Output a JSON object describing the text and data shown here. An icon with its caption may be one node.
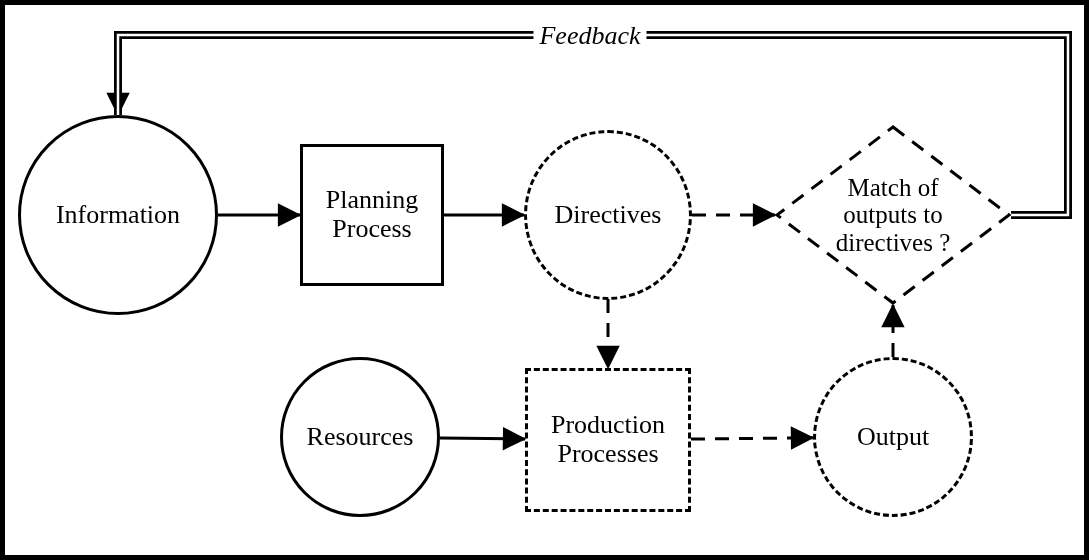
{
  "diagram": {
    "nodes": [
      {
        "text": [
          "Information"
        ]
      },
      {
        "text": [
          "Planning Process"
        ]
      },
      {
        "text": [
          "Directives"
        ]
      },
      {
        "text": [
          "Match of outputs to directives ?"
        ]
      },
      {
        "text": [
          "Resources"
        ]
      },
      {
        "text": [
          "Production Processes"
        ]
      },
      {
        "text": [
          "Output"
        ]
      }
    ],
    "edges": [
      {
        "from": 0,
        "to": 1,
        "arrow": "to"
      },
      {
        "from": 1,
        "to": 2,
        "arrow": "to"
      },
      {
        "from": 2,
        "to": 3,
        "arrow": "to",
        "style": "dashed"
      },
      {
        "from": 2,
        "to": 5,
        "arrow": "to",
        "style": "dashed"
      },
      {
        "from": 4,
        "to": 5,
        "arrow": "to"
      },
      {
        "from": 5,
        "to": 6,
        "arrow": "to",
        "style": "dashed"
      },
      {
        "from": 6,
        "to": 3,
        "arrow": "to",
        "style": "dashed"
      },
      {
        "from": 3,
        "to": 0,
        "arrow": "to",
        "label": "Feedback",
        "style": "thick"
      }
    ]
  }
}
